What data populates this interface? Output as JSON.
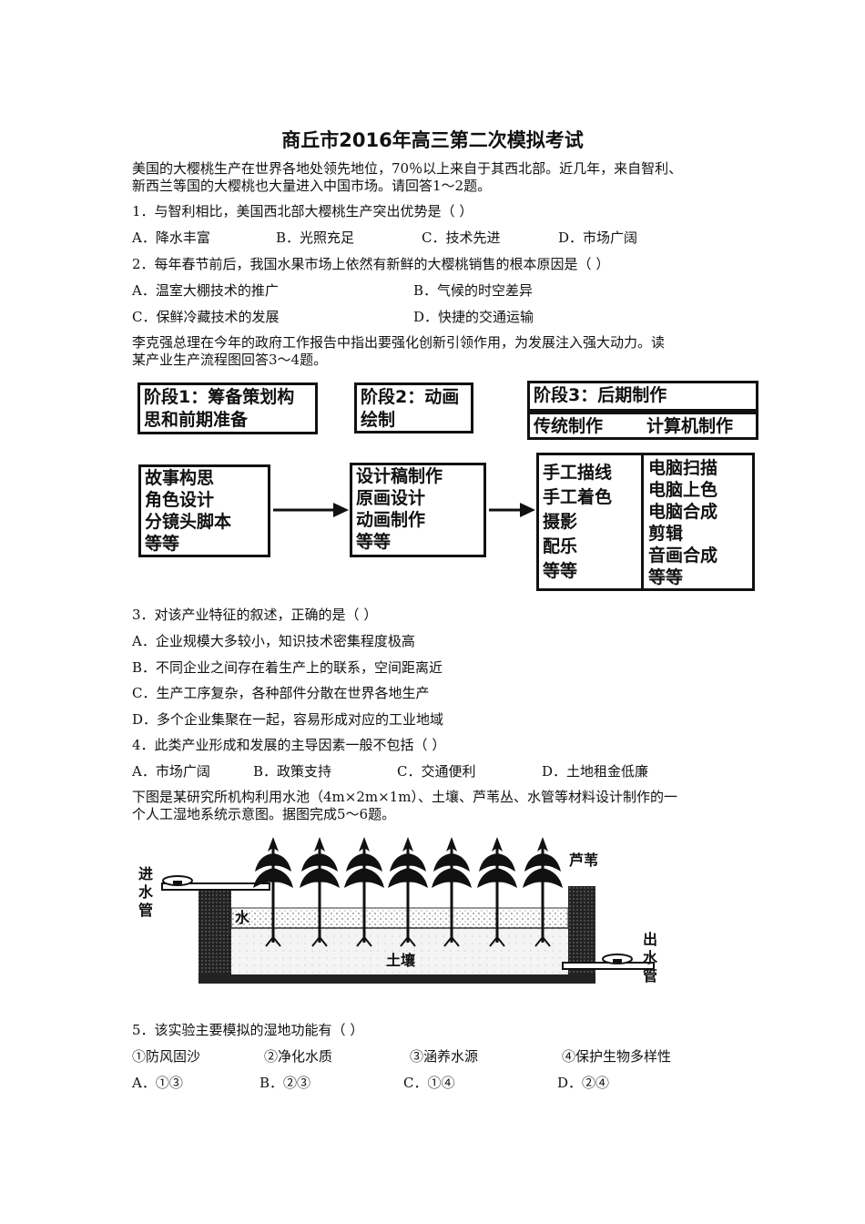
{
  "title": "商丘市2016年高三第二次模拟考试",
  "intro1": [
    "美国的大樱桃生产在世界各地处领先地位，70％以上来自于其西北部。近几年，来自智利、",
    "新西兰等国的大樱桃也大量进入中国市场。请回答1～2题。"
  ],
  "q1": {
    "stem": "1．与智利相比，美国西北部大樱桃生产突出优势是（ ）",
    "options": [
      "A．降水丰富",
      "B．光照充足",
      "C．技术先进",
      "D．市场广阔"
    ]
  },
  "q2": {
    "stem": "2．每年春节前后，我国水果市场上依然有新鲜的大樱桃销售的根本原因是（ ）",
    "options": [
      "A．温室大棚技术的推广",
      "B．气候的时空差异",
      "C．保鲜冷藏技术的发展",
      "D．快捷的交通运输"
    ]
  },
  "intro2": [
    "李克强总理在今年的政府工作报告中指出要强化创新引领作用，为发展注入强大动力。读",
    "某产业生产流程图回答3～4题。"
  ],
  "flow": {
    "stage1": [
      "阶段1：筹备策划构",
      "思和前期准备"
    ],
    "stage2": [
      "阶段2：动画",
      "绘制"
    ],
    "stage3": "阶段3：后期制作",
    "stage3_sub": [
      "传统制作",
      "计算机制作"
    ],
    "box1": [
      "故事构思",
      "角色设计",
      "分镜头脚本",
      "等等"
    ],
    "box2": [
      "设计稿制作",
      "原画设计",
      "动画制作",
      "等等"
    ],
    "box3_left": [
      "手工描线",
      "手工着色",
      "摄影",
      "配乐",
      "等等"
    ],
    "box3_right": [
      "电脑扫描",
      "电脑上色",
      "电脑合成",
      "剪辑",
      "音画合成",
      "等等"
    ]
  },
  "q3": {
    "stem": "3．对该产业特征的叙述，正确的是（ ）",
    "options": [
      "A．企业规模大多较小，知识技术密集程度极高",
      "B．不同企业之间存在着生产上的联系，空间距离近",
      "C．生产工序复杂，各种部件分散在世界各地生产",
      "D．多个企业集聚在一起，容易形成对应的工业地域"
    ]
  },
  "q4": {
    "stem": "4．此类产业形成和发展的主导因素一般不包括（ ）",
    "options": [
      "A．市场广阔",
      "B．政策支持",
      "C．交通便利",
      "D．土地租金低廉"
    ]
  },
  "intro3": [
    "下图是某研究所机构利用水池（4m×2m×1m）、土壤、芦苇丛、水管等材料设计制作的一",
    "个人工湿地系统示意图。据图完成5～6题。"
  ],
  "wetland": {
    "inlet": "进水管",
    "reed": "芦苇",
    "water": "水",
    "soil": "土壤",
    "outlet": "出水管"
  },
  "q5": {
    "stem": "5．该实验主要模拟的湿地功能有（ ）",
    "items": [
      "①防风固沙",
      "②净化水质",
      "③涵养水源",
      "④保护生物多样性"
    ],
    "options": [
      "A．①③",
      "B．②③",
      "C．①④",
      "D．②④"
    ]
  }
}
